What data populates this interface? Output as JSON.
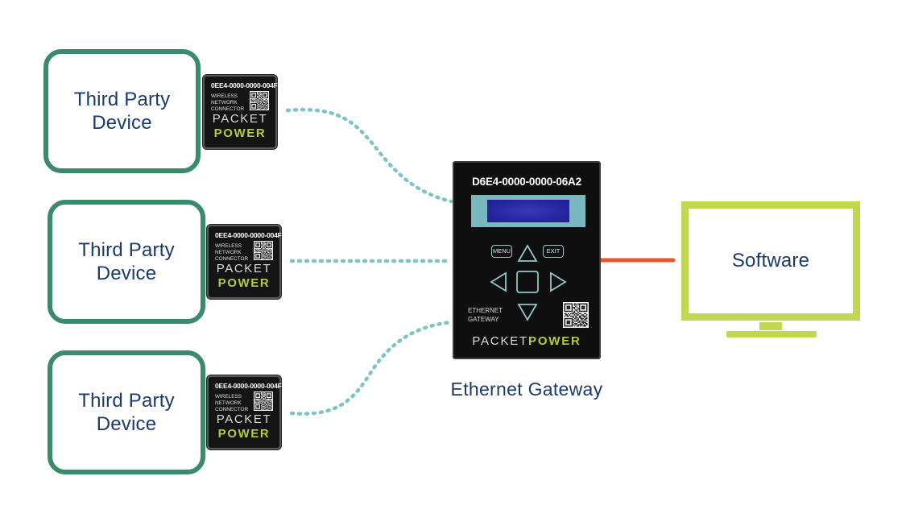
{
  "colors": {
    "device_border": "#3c8a6c",
    "label_text": "#1a3a6e",
    "wireless_link": "#7fc4c4",
    "ethernet_link": "#e0592f",
    "monitor": "#c2d750",
    "brand_green": "#b5cc3a"
  },
  "devices": [
    {
      "label": "Third Party\nDevice",
      "tag": {
        "id": "0EE4-0000-0000-004F",
        "desc": "WIRELESS\nNETWORK\nCONNECTOR",
        "brand_line1": "PACKET",
        "brand_line2": "POWER"
      }
    },
    {
      "label": "Third Party\nDevice",
      "tag": {
        "id": "0EE4-0000-0000-004F",
        "desc": "WIRELESS\nNETWORK\nCONNECTOR",
        "brand_line1": "PACKET",
        "brand_line2": "POWER"
      }
    },
    {
      "label": "Third Party\nDevice",
      "tag": {
        "id": "0EE4-0000-0000-004F",
        "desc": "WIRELESS\nNETWORK\nCONNECTOR",
        "brand_line1": "PACKET",
        "brand_line2": "POWER"
      }
    }
  ],
  "gateway": {
    "id": "D6E4-0000-0000-06A2",
    "menu_label": "MENU",
    "exit_label": "EXIT",
    "type_label": "ETHERNET\nGATEWAY",
    "brand_part1": "PACKET",
    "brand_part2": "POWER",
    "caption": "Ethernet Gateway"
  },
  "software": {
    "label": "Software"
  },
  "icons": [
    "up-arrow-icon",
    "down-arrow-icon",
    "left-arrow-icon",
    "right-arrow-icon",
    "select-square-icon",
    "qr-code-icon",
    "monitor-icon"
  ]
}
